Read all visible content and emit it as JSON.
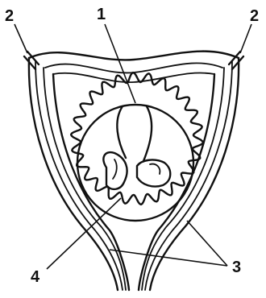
{
  "diagram": {
    "labels": {
      "embryo": "1",
      "uterine_tube_left": "2",
      "uterine_tube_right": "2",
      "uterine_wall": "3",
      "amnion": "4"
    },
    "colors": {
      "ink": "#111111",
      "background": "#ffffff"
    }
  }
}
